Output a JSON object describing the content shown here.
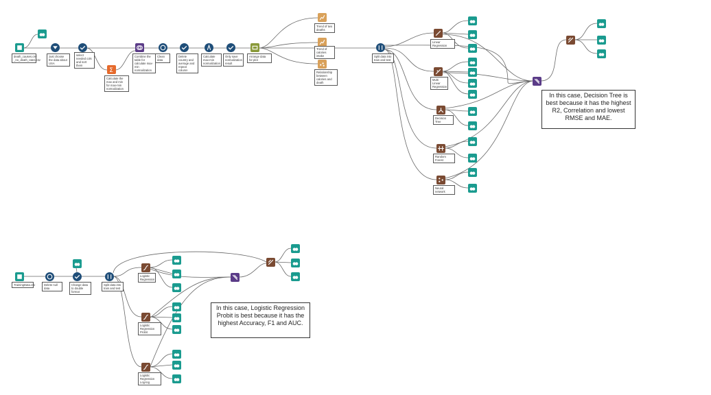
{
  "workflow_top": {
    "labels": {
      "input": "death_causes.csv _no_death_rates.csv",
      "filter": "Just choose the data about USA",
      "select1": "select needed cols and sort them",
      "summarize": "Calculate the max and min for max-min normalization",
      "join": "Combine the table for calculate max-min normalization",
      "formula1": "Clean data",
      "select2": "Delete country and average and repeat column",
      "formula2": "Calculate max-min normalization",
      "select3": "Only save normalization result",
      "join_output": "Arrange data for plot",
      "browse_trend": "Trend of two deaths",
      "browse_cols": "Trend of calories intake",
      "browse_rel": "Relationship between calories and death",
      "create_samples": "Split data into train and test",
      "model_linear": "Linear Regression",
      "model_multi": "Multi Linear Regression",
      "model_tree": "Decision Tree",
      "model_forest": "Random Forest",
      "model_nn": "Neural network"
    },
    "comment": "In this case, Decision Tree is best because it has the highest R2, Correlation and lowest RMSE and MAE."
  },
  "workflow_bottom": {
    "labels": {
      "input": "TrainingData.csv",
      "clean": "Delete null data",
      "select": "Change data to double format",
      "create_samples": "Split data into train and test",
      "logit": "Logistic Regression",
      "probit": "Logistic Regression Probit",
      "loglog": "Logistic Regression Log-log"
    },
    "comment": "In this case, Logistic Regression Probit is best because it has the highest Accuracy, F1 and AUC."
  },
  "colors": {
    "browse": "#1a9b8f",
    "preparation": "#1f4e79",
    "join": "#5b3c88",
    "predictive": "#7a4a32",
    "summarize": "#e66a2c",
    "reporting": "#d9a15a",
    "output": "#8a9a3a",
    "connector": "#666666"
  }
}
